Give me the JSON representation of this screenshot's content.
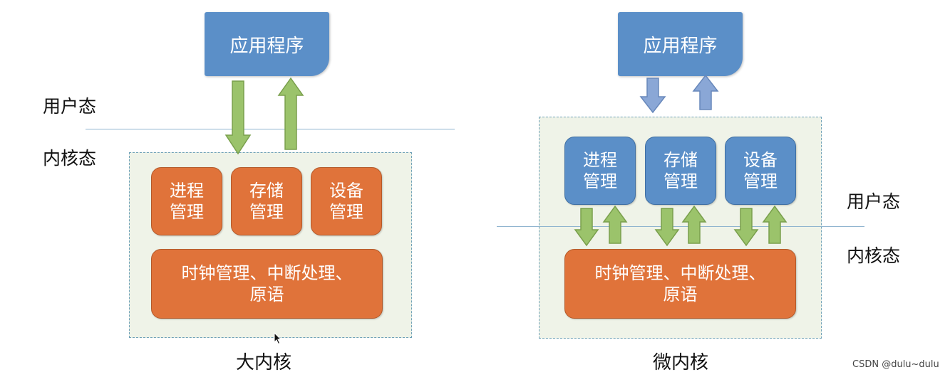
{
  "colors": {
    "app_blue": "#5b8fc8",
    "module_orange": "#e0733a",
    "kernel_bg": "#eff3e8",
    "arrow_green": "#9bc36b",
    "arrow_blue": "#8aa7d6",
    "divider": "#8fb4cf"
  },
  "left": {
    "app": "应用程序",
    "user_mode": "用户态",
    "kernel_mode": "内核态",
    "modules": [
      {
        "line1": "进程",
        "line2": "管理"
      },
      {
        "line1": "存储",
        "line2": "管理"
      },
      {
        "line1": "设备",
        "line2": "管理"
      }
    ],
    "core": {
      "line1": "时钟管理、中断处理、",
      "line2": "原语"
    },
    "caption": "大内核"
  },
  "right": {
    "app": "应用程序",
    "user_mode": "用户态",
    "kernel_mode": "内核态",
    "modules": [
      {
        "line1": "进程",
        "line2": "管理"
      },
      {
        "line1": "存储",
        "line2": "管理"
      },
      {
        "line1": "设备",
        "line2": "管理"
      }
    ],
    "core": {
      "line1": "时钟管理、中断处理、",
      "line2": "原语"
    },
    "caption": "微内核"
  },
  "watermark": "CSDN @dulu~dulu"
}
